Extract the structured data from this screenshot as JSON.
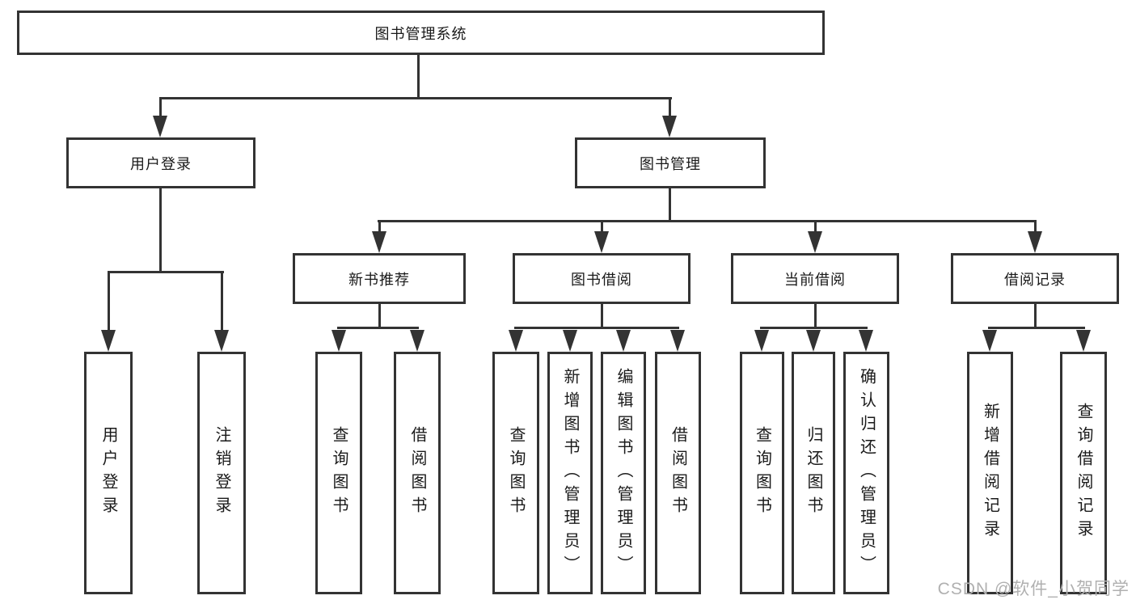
{
  "diagram": {
    "root": {
      "label": "图书管理系统"
    },
    "level2": [
      {
        "label": "用户登录"
      },
      {
        "label": "图书管理"
      }
    ],
    "level3": [
      {
        "label": "新书推荐"
      },
      {
        "label": "图书借阅"
      },
      {
        "label": "当前借阅"
      },
      {
        "label": "借阅记录"
      }
    ],
    "leaves": {
      "userLogin": [
        "用户登录",
        "注销登录"
      ],
      "newBook": [
        "查询图书",
        "借阅图书"
      ],
      "bookBorrow": [
        "查询图书",
        "新增图书（管理员）",
        "编辑图书（管理员）",
        "借阅图书"
      ],
      "currentBorrow": [
        "查询图书",
        "归还图书",
        "确认归还（管理员）"
      ],
      "borrowRecords": [
        "新增借阅记录",
        "查询借阅记录"
      ]
    }
  },
  "watermark": {
    "text": "CSDN @软件_小贺同学"
  },
  "colors": {
    "line": "#333333",
    "box_background": "#ffffff",
    "text": "#1a1a1a",
    "watermark": "#b0b0b0"
  }
}
